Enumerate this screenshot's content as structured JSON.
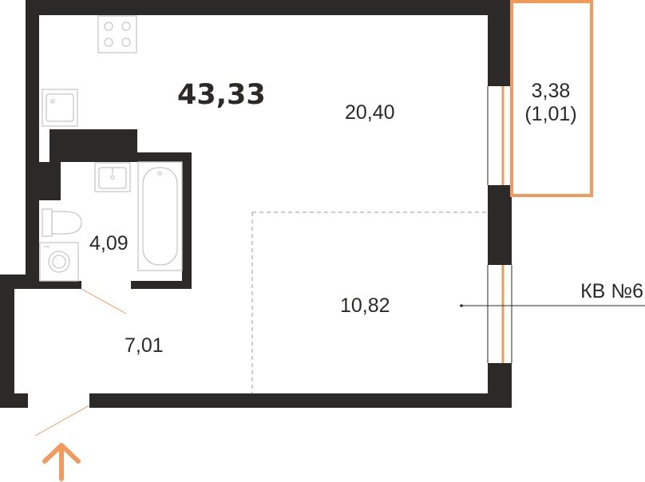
{
  "plan": {
    "total_area": "43,33",
    "rooms": {
      "living": "20,40",
      "sleeping_zone": "10,82",
      "bathroom": "4,09",
      "hallway": "7,01",
      "balcony": "3,38",
      "balcony_reduced": "(1,01)"
    },
    "apartment_label": "КВ №6"
  },
  "colors": {
    "wall": "#2b2a29",
    "accent": "#f39a5b",
    "fixture": "#c8c8c8",
    "dashed": "#9a9a9a"
  }
}
